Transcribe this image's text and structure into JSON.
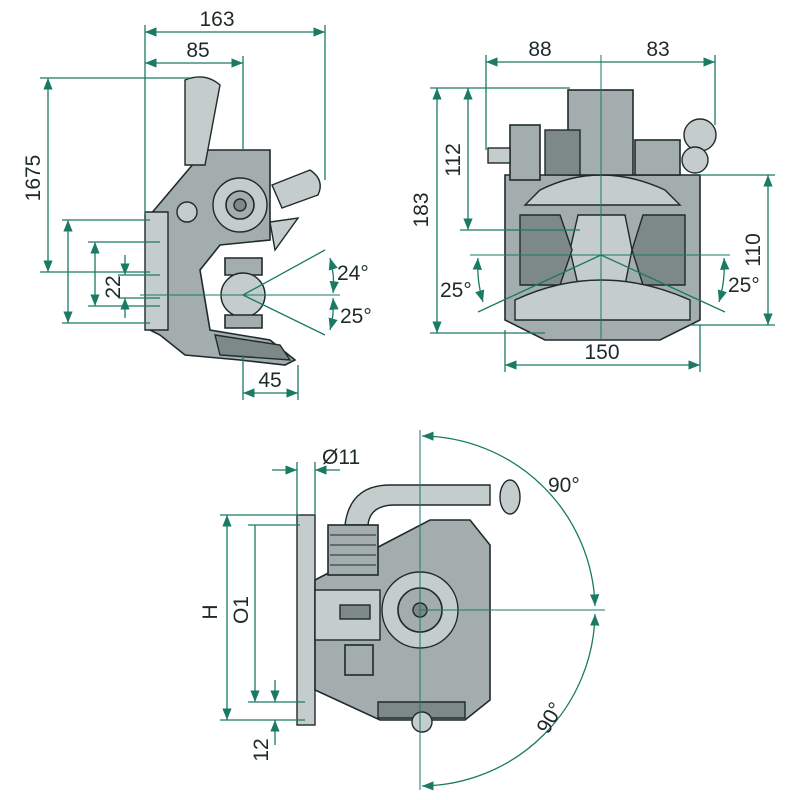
{
  "colors": {
    "dimension": "#1b7a63",
    "part": "#a3adad",
    "outline": "#1f2a2a"
  },
  "side_view": {
    "dim_163": "163",
    "dim_85": "85",
    "dim_1675": "1675",
    "dim_22": "22",
    "angle_up": "24°",
    "angle_down": "25°",
    "dim_45": "45"
  },
  "front_view": {
    "dim_88": "88",
    "dim_83": "83",
    "dim_112": "112",
    "dim_183": "183",
    "dim_110": "110",
    "angle_left": "25°",
    "angle_right": "25°",
    "dim_150": "150"
  },
  "top_view": {
    "dim_d11": "Ø11",
    "angle_top": "90°",
    "angle_bottom": "90°",
    "dim_h": "H",
    "dim_o1": "O1",
    "dim_12": "12"
  }
}
